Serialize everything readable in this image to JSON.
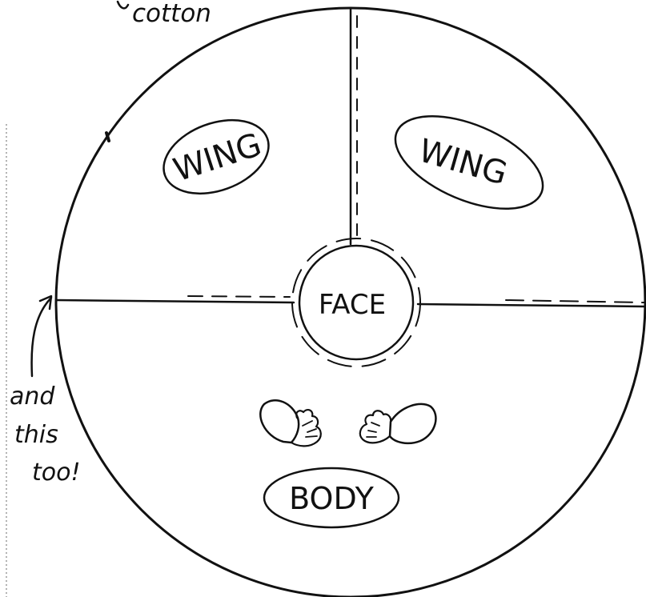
{
  "diagram": {
    "top_note": "cotton",
    "left_note_lines": [
      "and",
      "this",
      "too!"
    ],
    "labels": {
      "wing_left": "WING",
      "wing_right": "WING",
      "face": "FACE",
      "body": "BODY"
    }
  },
  "colors": {
    "ink": "#111111",
    "paper": "#ffffff"
  }
}
